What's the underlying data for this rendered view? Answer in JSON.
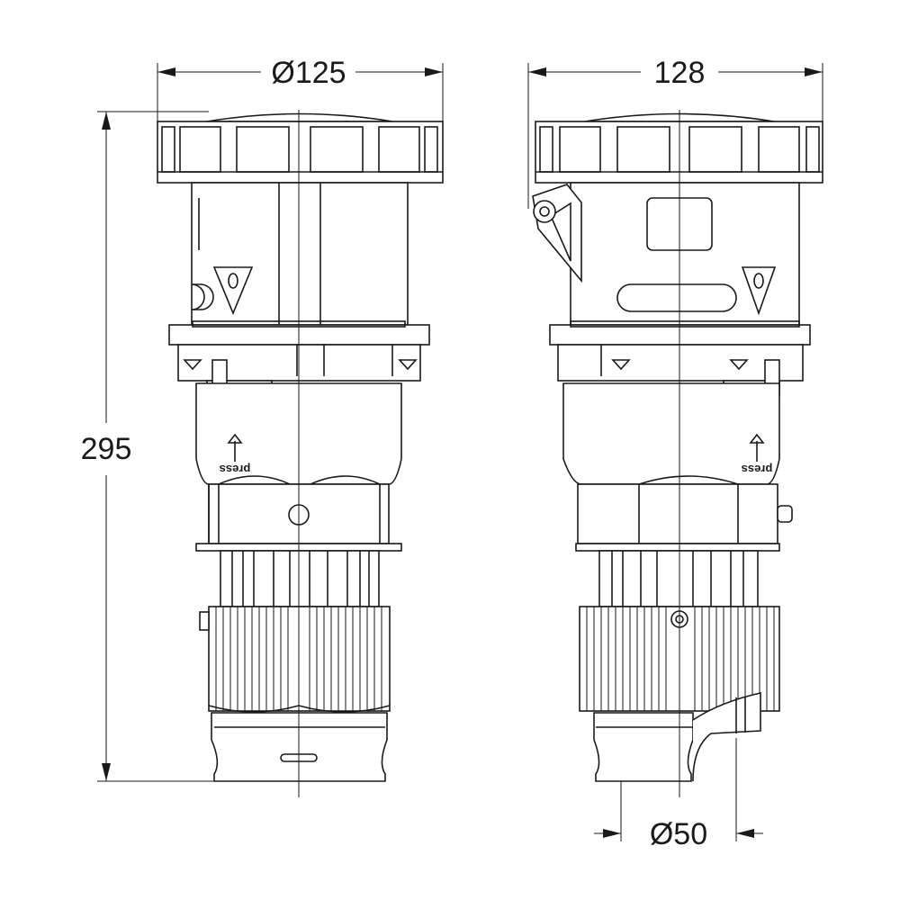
{
  "dimensions": {
    "left_diameter": "Ø125",
    "right_width": "128",
    "height": "295",
    "cable_diameter": "Ø50"
  },
  "labels": {
    "press_left": "press",
    "press_right": "press"
  },
  "colors": {
    "line": "#1a1a1a",
    "background": "#ffffff"
  }
}
